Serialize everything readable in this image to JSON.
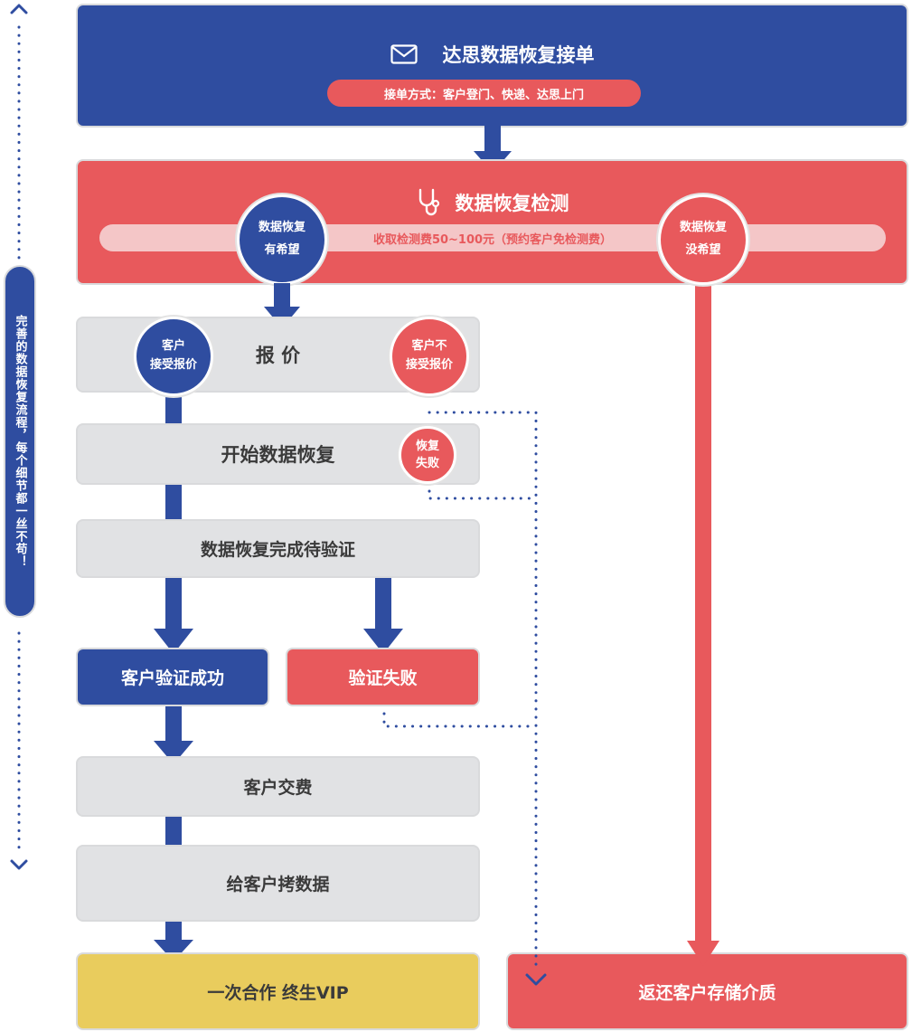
{
  "colors": {
    "blue": "#2f4da0",
    "red": "#e8595c",
    "gray": "#e1e2e4",
    "yellow": "#e9cc5d"
  },
  "side_label": "完善的数据恢复流程，每个细节都一丝不苟！",
  "intake": {
    "title": "达思数据恢复接单",
    "icon": "envelope-icon",
    "methods": "接单方式：客户登门、快递、达思上门"
  },
  "detection": {
    "title": "数据恢复检测",
    "icon": "stethoscope-icon",
    "fee": "收取检测费50~100元（预约客户免检测费）",
    "hope_line1": "数据恢复",
    "hope_line2": "有希望",
    "nohope_line1": "数据恢复",
    "nohope_line2": "没希望"
  },
  "quote": {
    "title": "报 价",
    "accept_line1": "客户",
    "accept_line2": "接受报价",
    "reject_line1": "客户不",
    "reject_line2": "接受报价"
  },
  "start": {
    "title": "开始数据恢复",
    "fail_line1": "恢复",
    "fail_line2": "失败"
  },
  "pending": {
    "title": "数据恢复完成待验证"
  },
  "verify_success": {
    "title": "客户验证成功"
  },
  "verify_fail": {
    "title": "验证失败"
  },
  "payment": {
    "title": "客户交费"
  },
  "copy": {
    "title": "给客户拷数据"
  },
  "vip": {
    "title": "一次合作 终生VIP"
  },
  "return": {
    "title": "返还客户存储介质"
  }
}
